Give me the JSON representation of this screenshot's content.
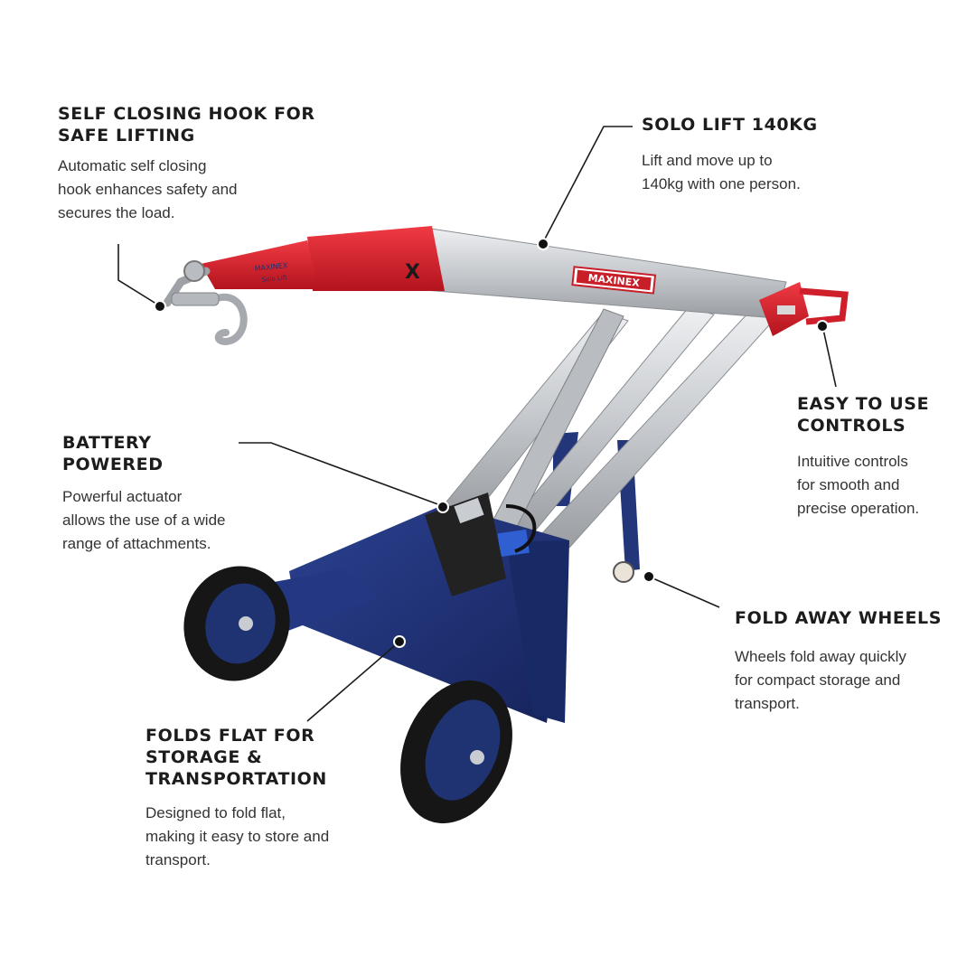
{
  "brand": {
    "logo_text": "MAXINEX",
    "arm_mark": "X",
    "arm_label_line1": "MAXINEX",
    "arm_label_line2": "Solo Lift"
  },
  "colors": {
    "red": "#d9232e",
    "navy": "#1f3272",
    "aluminium": "#c9ccd0",
    "text": "#1f1f1f"
  },
  "callouts": {
    "hook": {
      "title": "SELF CLOSING HOOK FOR\nSAFE LIFTING",
      "body": "Automatic self closing\nhook enhances safety and\nsecures the load."
    },
    "solo": {
      "title": "SOLO LIFT 140KG",
      "body": "Lift and move up to\n140kg with one person."
    },
    "controls": {
      "title": "EASY TO USE\nCONTROLS",
      "body": "Intuitive controls\nfor smooth and\nprecise operation."
    },
    "battery": {
      "title": "BATTERY\nPOWERED",
      "body": "Powerful actuator\nallows the use of a wide\nrange of attachments."
    },
    "fold_wheels": {
      "title": "FOLD AWAY WHEELS",
      "body": "Wheels fold away quickly\nfor compact storage and\ntransport."
    },
    "folds_flat": {
      "title": "FOLDS FLAT FOR\nSTORAGE &\nTRANSPORTATION",
      "body": "Designed to fold flat,\nmaking it easy to store and\ntransport."
    }
  }
}
